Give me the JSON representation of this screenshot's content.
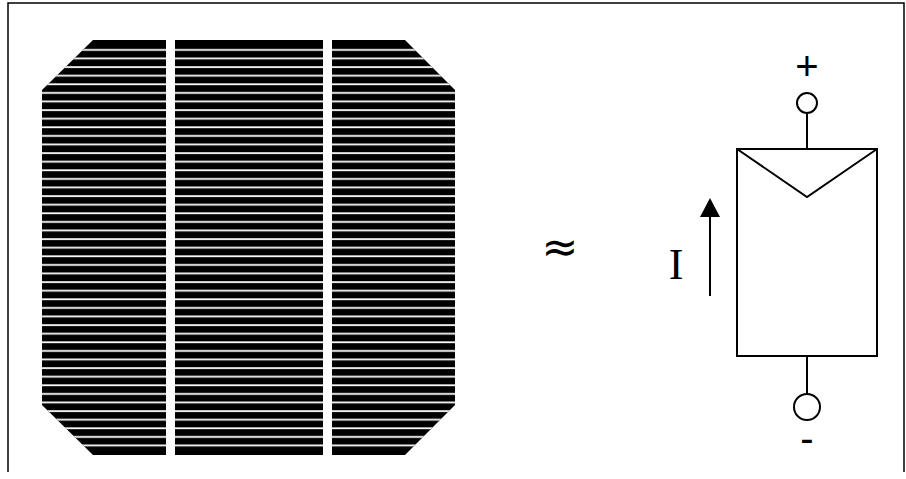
{
  "diagram": {
    "labels": [
      "+",
      "≈",
      "I",
      "-"
    ]
  }
}
